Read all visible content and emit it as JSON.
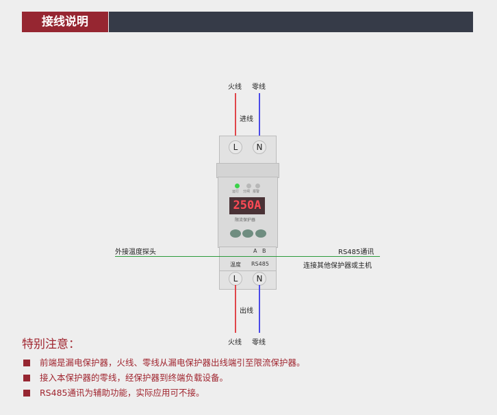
{
  "header": {
    "title": "接线说明"
  },
  "diagram": {
    "top_live": "火线",
    "top_neutral": "零线",
    "incoming": "进线",
    "terminal_l": "L",
    "terminal_n": "N",
    "device": {
      "leds": [
        "运行",
        "分闸",
        "报警"
      ],
      "display": "250A",
      "name": "限流保护器",
      "port_temp": "温度",
      "port_a": "A",
      "port_b": "B",
      "port_rs485": "RS485"
    },
    "temp_probe": "外接温度探头",
    "rs485": "RS485通讯",
    "rs485_desc": "连接其他保护器或主机",
    "outgoing": "出线",
    "bottom_live": "火线",
    "bottom_neutral": "零线"
  },
  "notes": {
    "title": "特别注意：",
    "items": [
      "前端是漏电保护器，火线、零线从漏电保护器出线端引至限流保护器。",
      "接入本保护器的零线，经保护器到终端负载设备。",
      "RS485通讯为辅助功能，实际应用可不接。"
    ]
  },
  "colors": {
    "accent": "#962631",
    "dark": "#363b48",
    "live": "#e0454a",
    "neutral": "#4a4ae8",
    "signal": "#2a9a3a"
  }
}
